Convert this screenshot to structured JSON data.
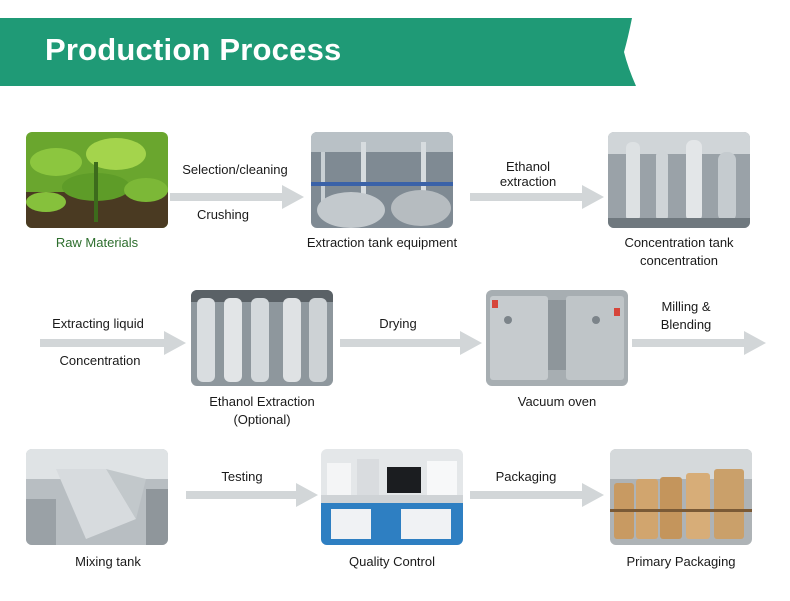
{
  "title": "Production Process",
  "colors": {
    "banner": "#1f9a76",
    "arrow": "#d2d6d8",
    "raw_label": "#2d6e2d"
  },
  "row1": {
    "node1": "Raw Materials",
    "step1a": "Selection/cleaning",
    "step1b": "Crushing",
    "node2": "Extraction tank equipment",
    "step2a": "Ethanol",
    "step2b": "extraction",
    "node3a": "Concentration tank",
    "node3b": "concentration"
  },
  "row2": {
    "step1a": "Extracting liquid",
    "step1b": "Concentration",
    "node1a": "Ethanol Extraction",
    "node1b": "(Optional)",
    "step2": "Drying",
    "node2": "Vacuum oven",
    "step3a": "Milling &",
    "step3b": "Blending"
  },
  "row3": {
    "node1": "Mixing tank",
    "step1": "Testing",
    "node2": "Quality Control",
    "step2": "Packaging",
    "node3": "Primary Packaging"
  }
}
